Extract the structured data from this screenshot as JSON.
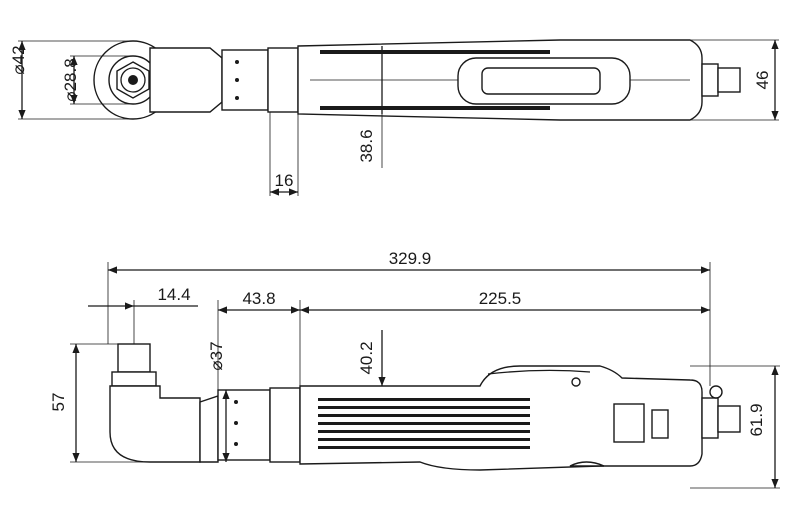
{
  "top_view": {
    "dim_outer_diameter": "⌀42",
    "dim_inner_diameter": "⌀28.8",
    "dim_height": "46",
    "dim_center_offset": "38.6",
    "dim_neck": "16"
  },
  "side_view": {
    "dim_total_length": "329.9",
    "dim_head_offset": "14.4",
    "dim_neck_length": "43.8",
    "dim_body_length": "225.5",
    "dim_neck_diameter": "⌀37",
    "dim_body_height": "40.2",
    "dim_head_height": "57",
    "dim_rear_height": "61.9"
  }
}
